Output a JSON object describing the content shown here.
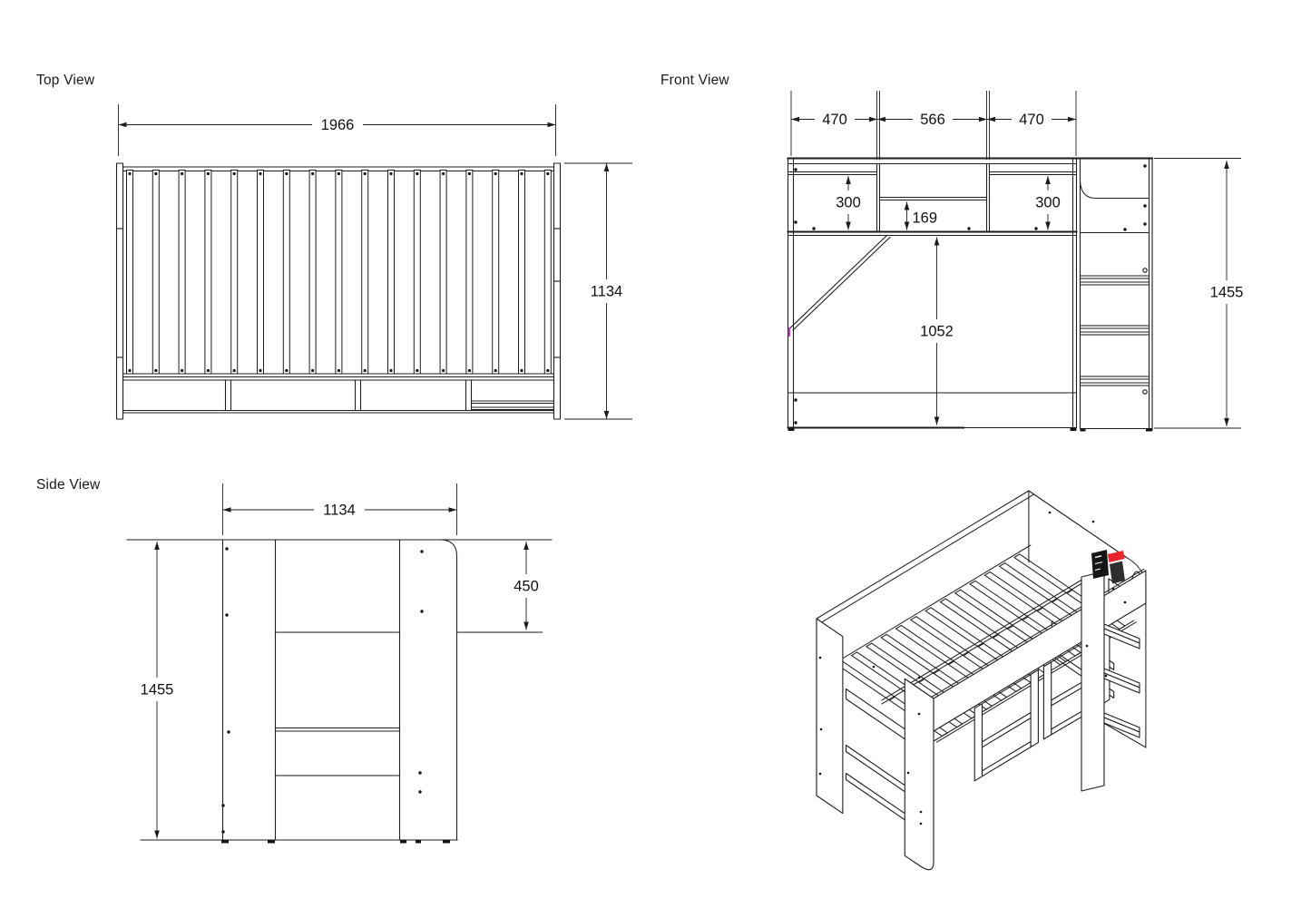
{
  "palette": {
    "background": "#ffffff",
    "line": "#1d1d1d",
    "sticker_black": "#161616",
    "sticker_red": "#e8252a",
    "marker_magenta": "#c030c0"
  },
  "top_view": {
    "label": "Top View",
    "dims": {
      "width": "1966",
      "depth": "1134"
    }
  },
  "front_view": {
    "label": "Front View",
    "dims": {
      "seg_left": "470",
      "seg_mid": "566",
      "seg_right": "470",
      "shelf_left": "300",
      "shelf_right": "300",
      "shelf_drop": "169",
      "clearance": "1052",
      "height": "1455"
    }
  },
  "side_view": {
    "label": "Side View",
    "dims": {
      "depth": "1134",
      "upper": "450",
      "height": "1455"
    }
  },
  "iso_view": {
    "label": "isometric-projection",
    "sticker": "warning-label"
  }
}
